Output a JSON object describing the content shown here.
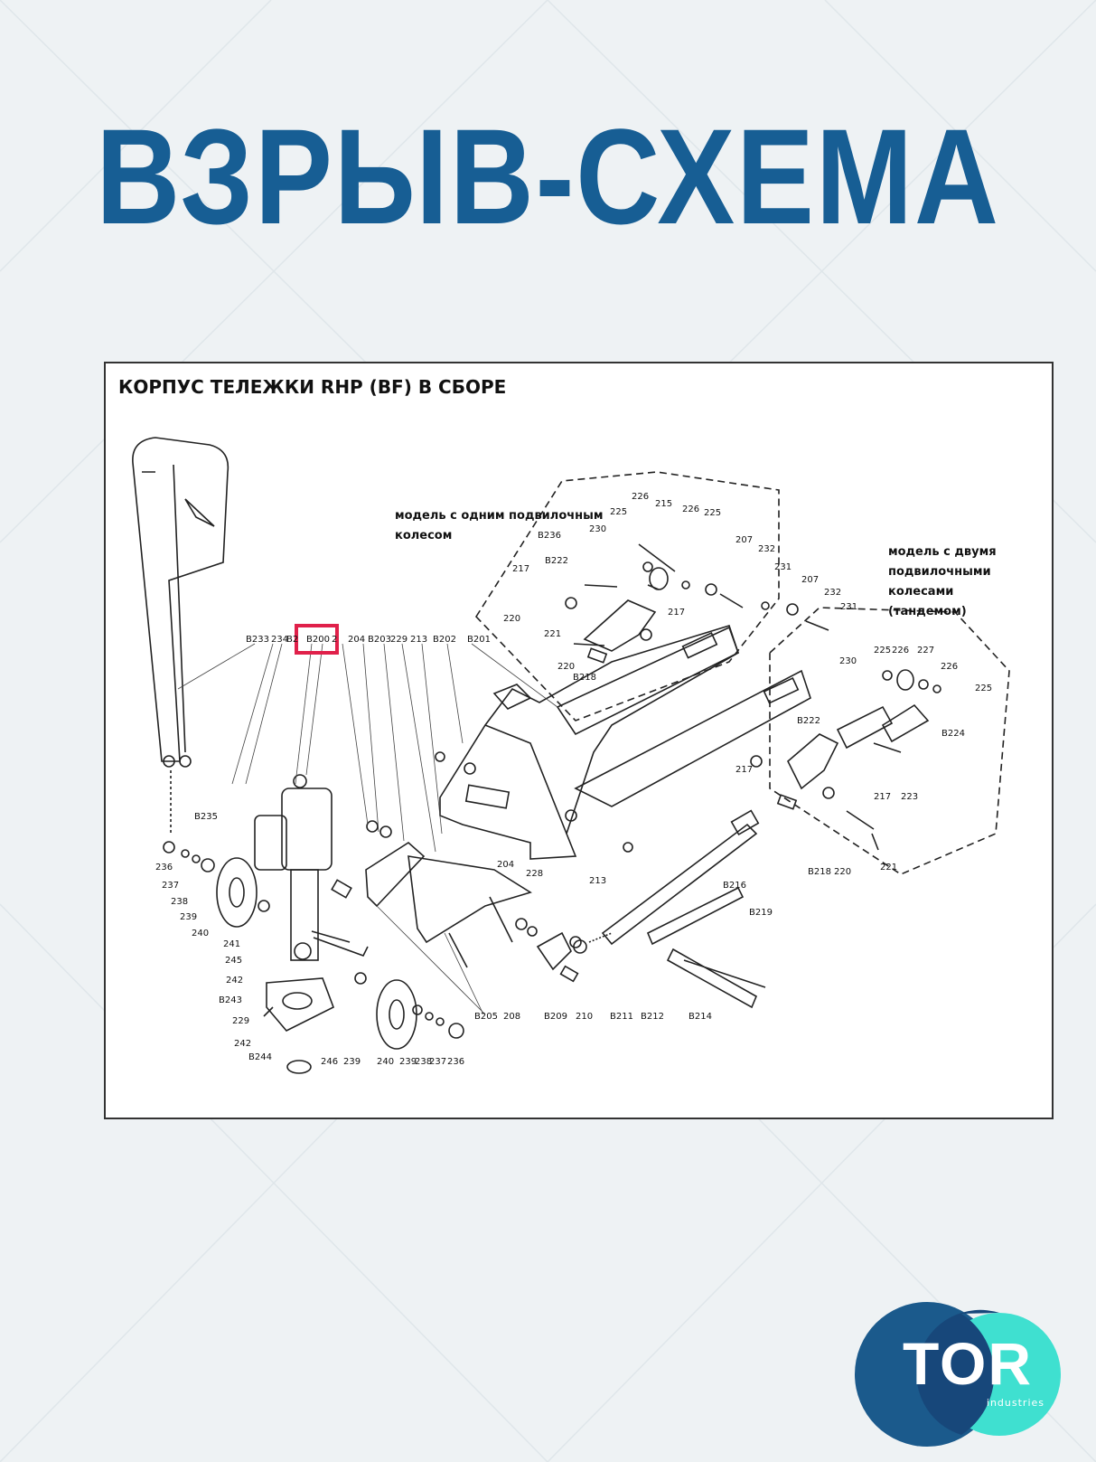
{
  "page": {
    "title": "ВЗРЫВ-СХЕМА",
    "colors": {
      "brand_blue": "#175e94",
      "logo_dark": "#1b5a8c",
      "logo_teal": "#3fe0d0",
      "highlight": "#e0204a"
    }
  },
  "diagram": {
    "title": "КОРПУС ТЕЛЕЖКИ RHP (BF) В СБОРЕ",
    "note_single": [
      "модель с одним подвилочным",
      "колесом"
    ],
    "note_tandem": [
      "модель с двумя",
      "подвилочными",
      "колесами",
      "(тандемом)"
    ],
    "highlighted_label": "B200",
    "top_labels": [
      "B233",
      "234",
      "B2",
      "B200",
      "2",
      "204",
      "B203",
      "229",
      "213",
      "B202",
      "B201"
    ],
    "left_labels": [
      "B235",
      "236",
      "237",
      "238",
      "239",
      "240",
      "241",
      "245",
      "242",
      "B243",
      "229",
      "242",
      "B244"
    ],
    "bottom_labels": [
      "246",
      "239",
      "240",
      "239",
      "238",
      "237",
      "236",
      "B205",
      "208",
      "B209",
      "210",
      "B211",
      "B212",
      "B214",
      "B216",
      "B219",
      "204",
      "228",
      "213"
    ],
    "single_labels": [
      "226",
      "215",
      "226",
      "225",
      "225",
      "230",
      "B236",
      "B222",
      "217",
      "207",
      "232",
      "231",
      "220",
      "221",
      "220",
      "B218",
      "217"
    ],
    "tandem_labels": [
      "207",
      "232",
      "231",
      "225",
      "226",
      "227",
      "226",
      "225",
      "230",
      "B222",
      "B224",
      "217",
      "217",
      "223",
      "B218",
      "220",
      "221"
    ]
  },
  "logo": {
    "text": "TOR",
    "subtext": "industries"
  }
}
